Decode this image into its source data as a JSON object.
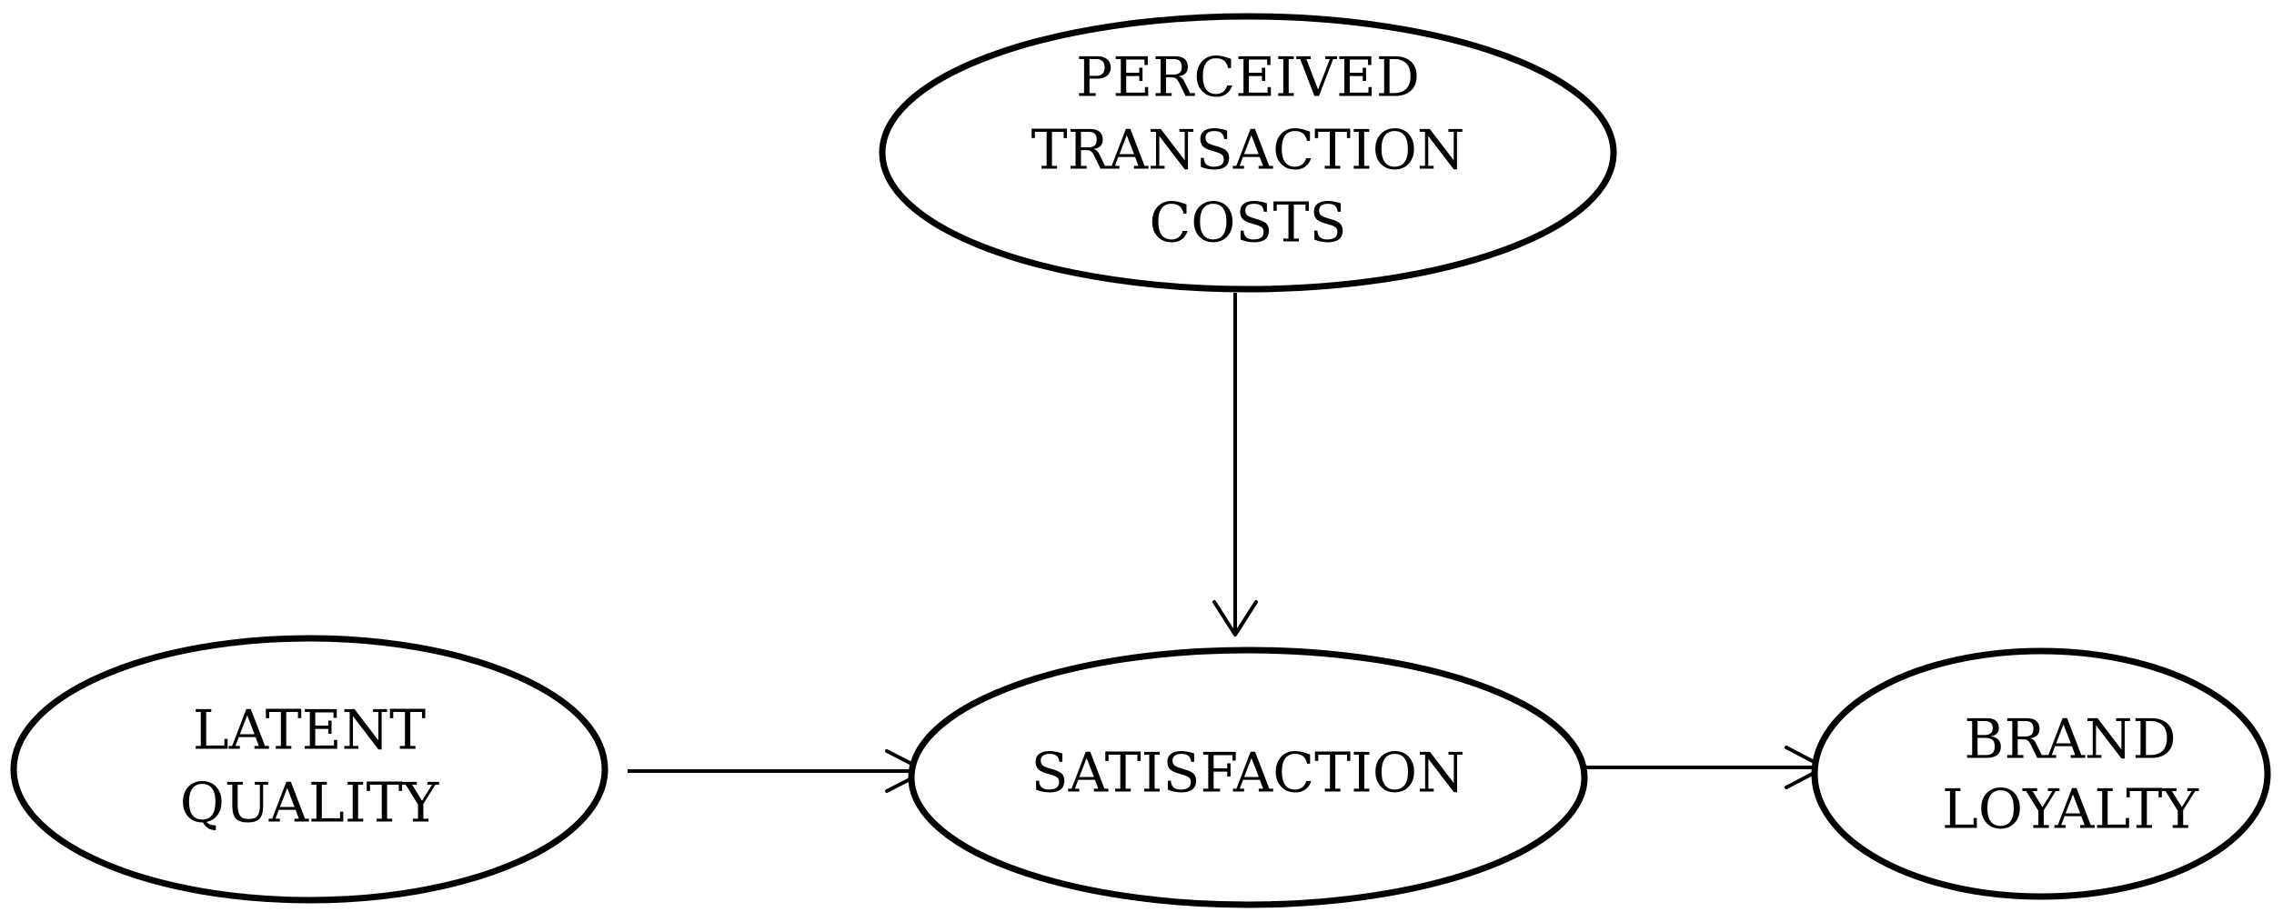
{
  "diagram": {
    "nodes": {
      "perceived_transaction_costs": {
        "lines": [
          "PERCEIVED",
          "TRANSACTION",
          "COSTS"
        ]
      },
      "latent_quality": {
        "lines": [
          "LATENT",
          "QUALITY"
        ]
      },
      "satisfaction": {
        "lines": [
          "SATISFACTION"
        ]
      },
      "brand_loyalty": {
        "lines": [
          "BRAND",
          "LOYALTY"
        ]
      }
    },
    "edges": [
      {
        "from": "perceived_transaction_costs",
        "to": "satisfaction"
      },
      {
        "from": "latent_quality",
        "to": "satisfaction"
      },
      {
        "from": "satisfaction",
        "to": "brand_loyalty"
      }
    ]
  }
}
